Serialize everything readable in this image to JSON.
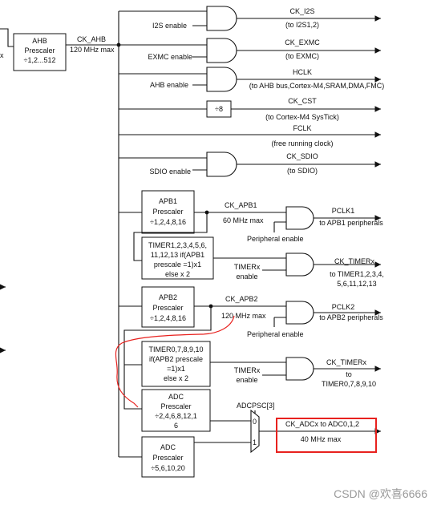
{
  "clock_tree": {
    "ahb_prescaler": {
      "l1": "AHB",
      "l2": "Prescaler",
      "l3": "÷1,2...512"
    },
    "input_label": "x",
    "ck_ahb": "CK_AHB",
    "ck_ahb_max": "120 MHz max",
    "outputs": [
      {
        "enable": "I2S enable",
        "signal": "CK_I2S",
        "dest": "(to I2S1,2)"
      },
      {
        "enable": "EXMC enable",
        "signal": "CK_EXMC",
        "dest": "(to EXMC)"
      },
      {
        "enable": "AHB enable",
        "signal": "HCLK",
        "dest": "(to AHB bus,Cortex-M4,SRAM,DMA,FMC)"
      },
      {
        "divider": "÷8",
        "signal": "CK_CST",
        "dest": "(to Cortex-M4 SysTick)"
      },
      {
        "signal": "FCLK",
        "dest": "(free running clock)"
      },
      {
        "enable": "SDIO enable",
        "signal": "CK_SDIO",
        "dest": "(to SDIO)"
      }
    ],
    "apb1": {
      "prescaler": {
        "l1": "APB1",
        "l2": "Prescaler",
        "l3": "÷1,2,4,8,16"
      },
      "ck": "CK_APB1",
      "max": "60 MHz max",
      "pclk": "PCLK1",
      "pclk_dest": "to APB1 peripherals",
      "periph_enable": "Peripheral enable",
      "timer_mult": {
        "l1": "TIMER1,2,3,4,5,6,",
        "l2": "11,12,13 if(APB1",
        "l3": "prescale =1)x1",
        "l4": "else x 2"
      },
      "timer_enable": {
        "l1": "TIMERx",
        "l2": "enable"
      },
      "ck_timer": "CK_TIMERx",
      "timer_dest": {
        "l1": "to TIMER1,2,3,4,",
        "l2": "5,6,11,12,13"
      }
    },
    "apb2": {
      "prescaler": {
        "l1": "APB2",
        "l2": "Prescaler",
        "l3": "÷1,2,4,8,16"
      },
      "ck": "CK_APB2",
      "max": "120 MHz max",
      "pclk": "PCLK2",
      "pclk_dest": "to APB2 peripherals",
      "periph_enable": "Peripheral enable",
      "timer_mult": {
        "l1": "TIMER0,7,8,9,10",
        "l2": "if(APB2 prescale",
        "l3": "=1)x1",
        "l4": "else x 2"
      },
      "timer_enable": {
        "l1": "TIMERx",
        "l2": "enable"
      },
      "ck_timer": "CK_TIMERx",
      "timer_dest": {
        "l1": "to",
        "l2": "TIMER0,7,8,9,10"
      }
    },
    "adc_prescaler_apb2": {
      "l1": "ADC",
      "l2": "Prescaler",
      "l3": "÷2,4,6,8,12,1",
      "l4": "6"
    },
    "adc_prescaler_ahb": {
      "l1": "ADC",
      "l2": "Prescaler",
      "l3": "÷5,6,10,20"
    },
    "adcpsc": "ADCPSC[3]",
    "mux_in0": "0",
    "mux_in1": "1",
    "ck_adc": "CK_ADCx to ADC0,1,2",
    "ck_adc_max": "40 MHz max"
  },
  "watermark": "CSDN @欢喜6666",
  "colors": {
    "highlight_box": "#e8211e",
    "annotation": "#e8211e",
    "line": "#111111"
  }
}
